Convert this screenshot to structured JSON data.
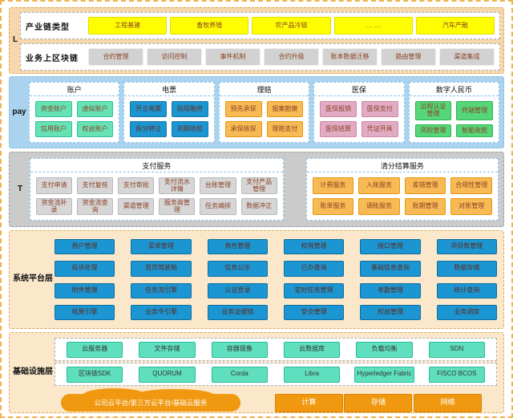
{
  "colors": {
    "outer_border": "#f2b04a",
    "peach_layer": "#f6d7ab",
    "pay_layer": "#a9d3ef",
    "trade_layer": "#cbcbcb",
    "yellow_box": "#fefe00",
    "gray_box": "#d2d2d2",
    "mint_box": "#67e2b5",
    "blue_box": "#1b96d2",
    "orange_box": "#f8ba54",
    "pink_box": "#e2abc4",
    "green_box": "#55d678",
    "cyan_box": "#5fdfbe",
    "solid_orange": "#f0980f",
    "box_text": "#8b4226"
  },
  "industry": {
    "label": "L",
    "rows": [
      {
        "label": "产业链类型",
        "items": [
          "工程基建",
          "畜牧养殖",
          "农产品冷链",
          "… …",
          "汽车产融"
        ]
      },
      {
        "label": "业务上区块链",
        "items": [
          "合约管理",
          "访问控制",
          "事件机制",
          "合约升级",
          "账本数据迁移",
          "路由管理",
          "渠道集成"
        ]
      }
    ]
  },
  "pay": {
    "label": "pay",
    "panels": [
      {
        "title": "账户",
        "items": [
          "资金账户",
          "虚拟账户",
          "信用账户",
          "权益账户"
        ]
      },
      {
        "title": "电票",
        "items": [
          "开立电票",
          "贴现融资",
          "拆分转让",
          "到期收款"
        ]
      },
      {
        "title": "理赔",
        "items": [
          "预先承保",
          "报案勘察",
          "承保核保",
          "理赔支付"
        ]
      },
      {
        "title": "医保",
        "items": [
          "医保报销",
          "医保支付",
          "医保结算",
          "凭证开具"
        ]
      },
      {
        "title": "数字人民币",
        "items": [
          "远程认证管理",
          "终端管理",
          "风险管理",
          "智能收款"
        ]
      }
    ]
  },
  "trade": {
    "label": "T",
    "panels": [
      {
        "title": "支付服务",
        "items": [
          "支付申请",
          "支付复核",
          "支付审批",
          "支付流水详情",
          "台账管理",
          "支付产品管理",
          "资金流补录",
          "资金流查询",
          "渠道管理",
          "服务商管理",
          "任务编排",
          "数据冲正"
        ]
      },
      {
        "title": "清分结算服务",
        "items": [
          "计费服务",
          "入账服务",
          "差错管理",
          "合规性管理",
          "账单服务",
          "调账服务",
          "账期管理",
          "对账管理"
        ]
      }
    ]
  },
  "platform": {
    "label": "系统平台层",
    "items": [
      "用户管理",
      "菜单管理",
      "角色管理",
      "权限管理",
      "接口管理",
      "项目数管理",
      "投诉处理",
      "首页驾驶舱",
      "信息公示",
      "已办查询",
      "基础信息查询",
      "数据存储",
      "附件管理",
      "任务流引擎",
      "认证登录",
      "定时任务管理",
      "考勤管理",
      "统计查询",
      "核算引擎",
      "业务令引擎",
      "业务证据链",
      "安全管理",
      "权益管理",
      "业务调度"
    ]
  },
  "infra": {
    "label": "基础设施层",
    "service_rows": [
      [
        "云服务器",
        "文件存储",
        "容器镜像",
        "云数据库",
        "负载均衡",
        "SDN"
      ],
      [
        "区块链SDK",
        "QUORUM",
        "Corda",
        "Libra",
        "Hyperledger Fabric",
        "FISCO BCOS"
      ]
    ],
    "cloud_label": "公司云平台/第三方云平台/基础云服务",
    "resources": [
      "计算",
      "存储",
      "网络"
    ]
  }
}
